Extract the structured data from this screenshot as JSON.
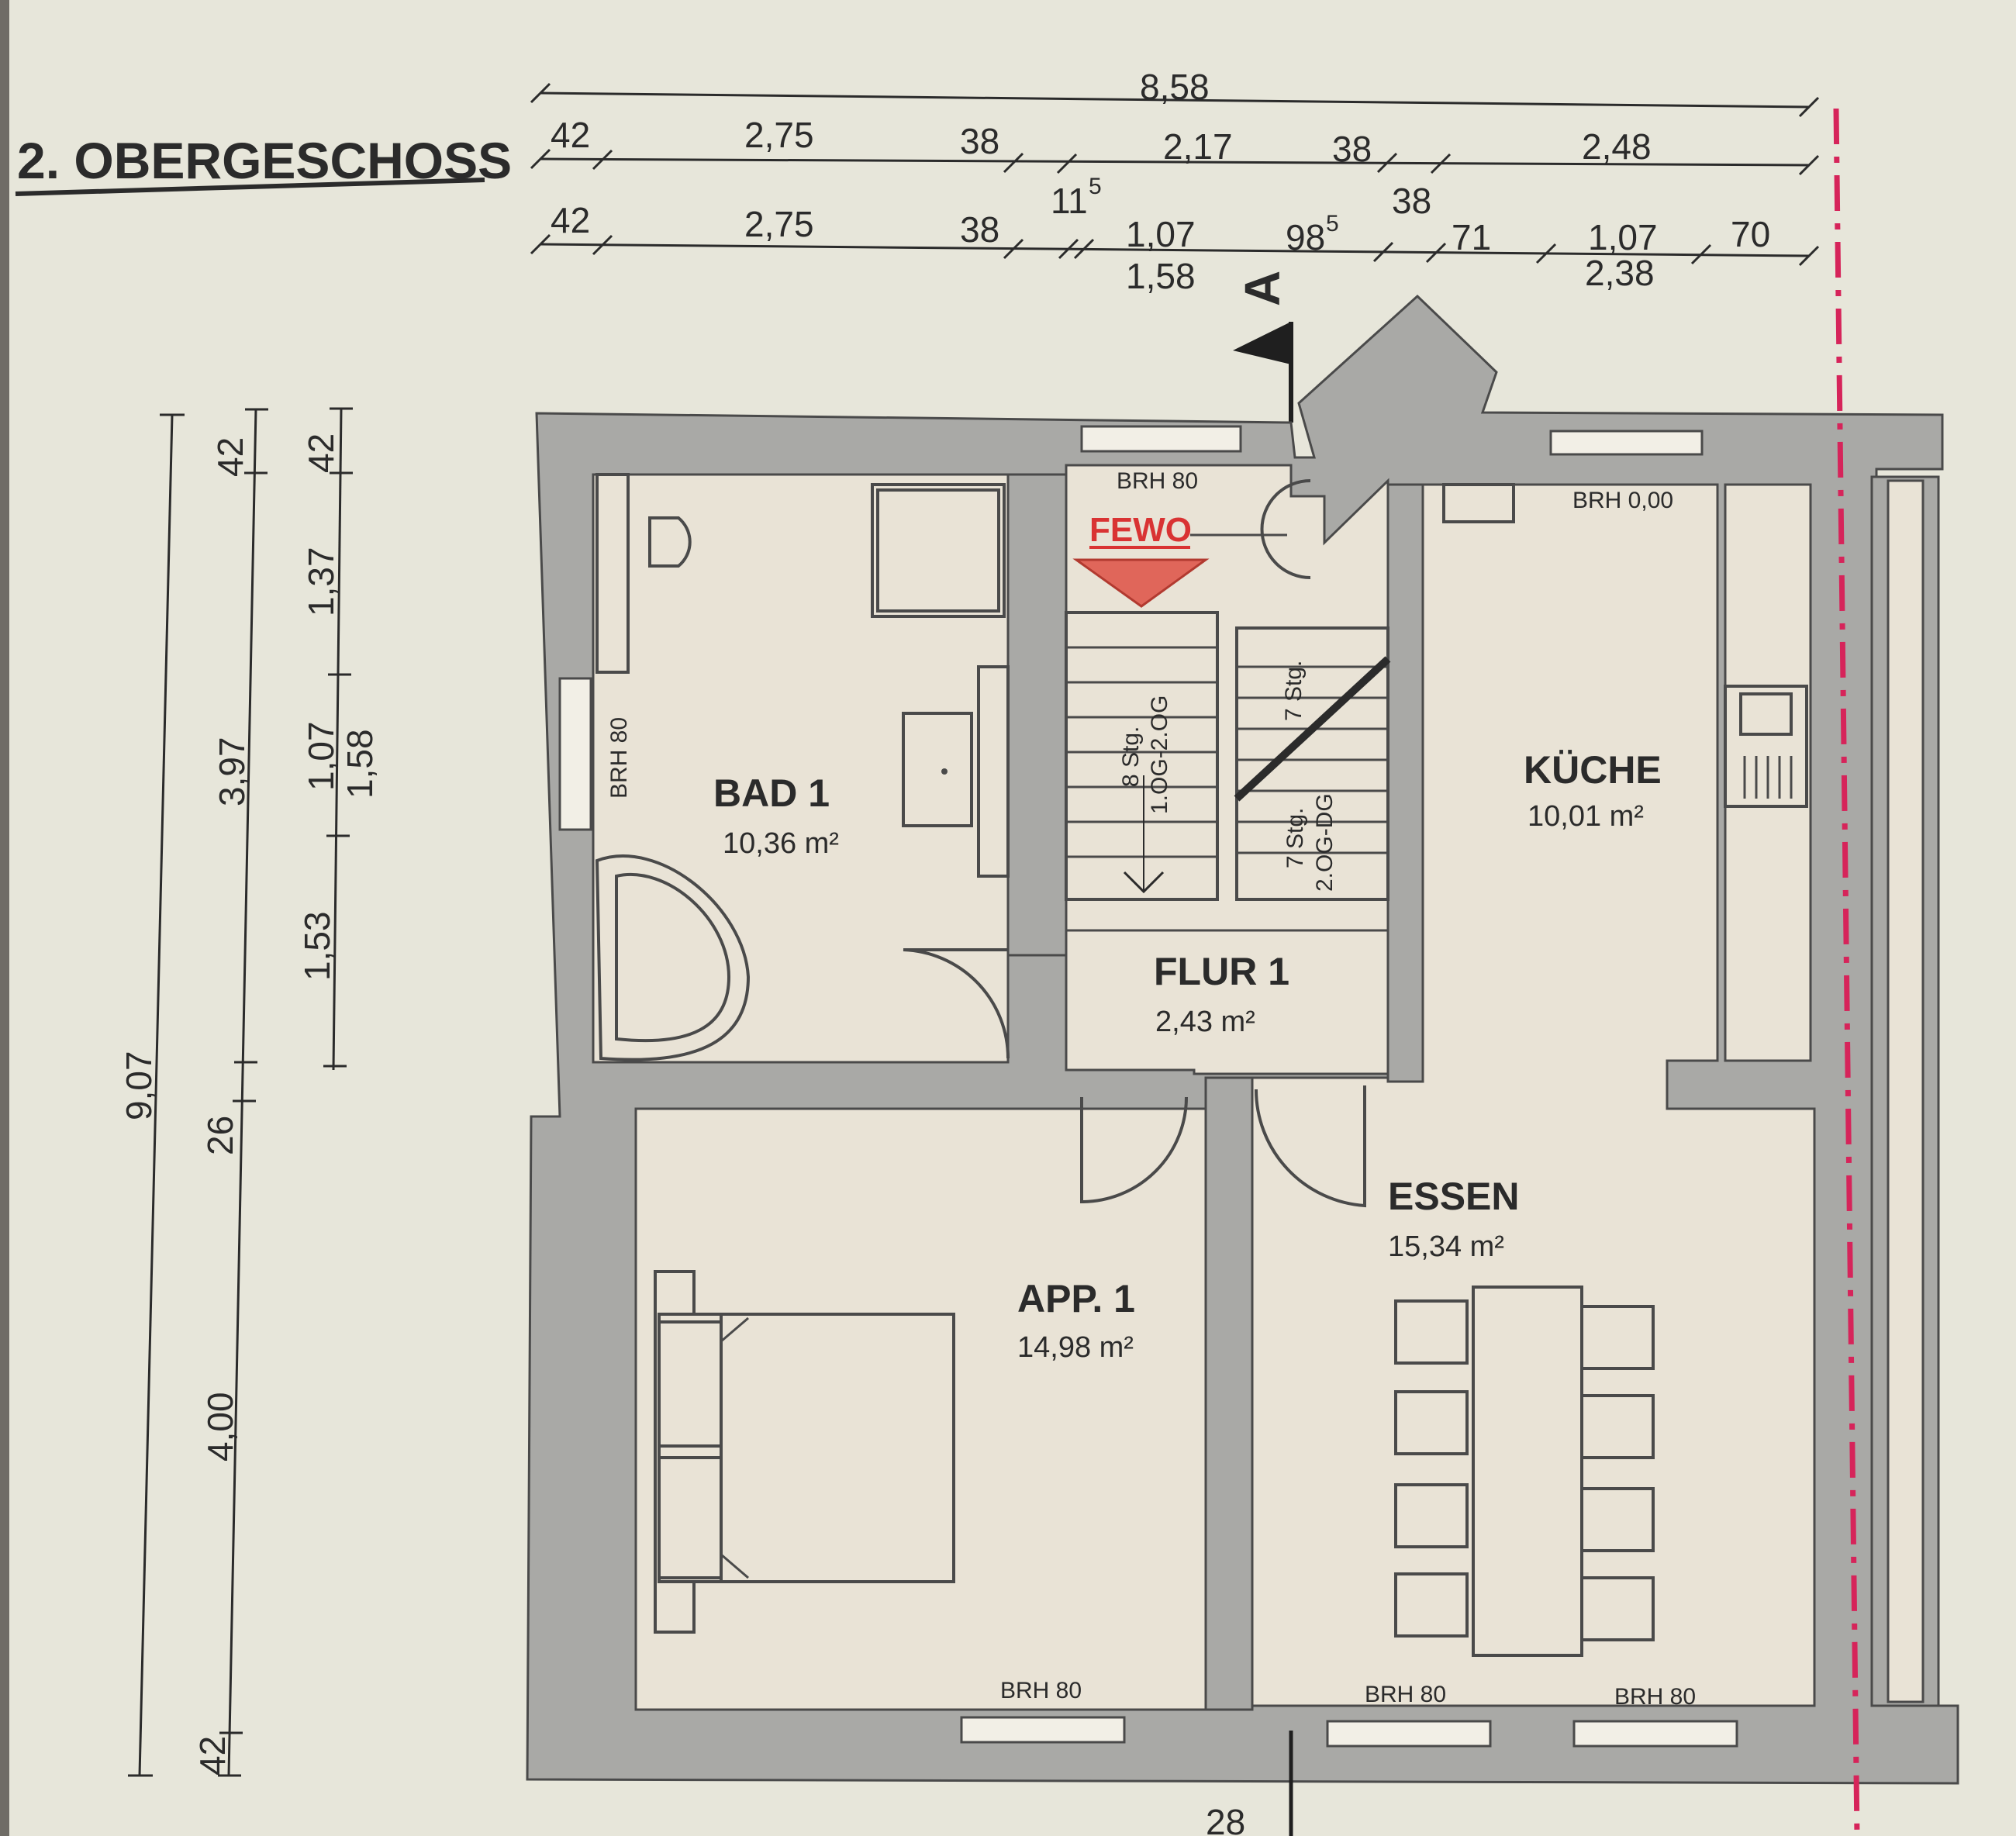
{
  "title": "2. OBERGESCHOSS",
  "dimensions": {
    "row1": [
      "8,58"
    ],
    "row2": [
      "42",
      "2,75",
      "38",
      "2,17",
      "38",
      "2,48"
    ],
    "row2_sub": [
      "11",
      "5",
      "38"
    ],
    "row3": [
      "42",
      "2,75",
      "38",
      "1,07",
      "98",
      "5",
      "71",
      "1,07",
      "70"
    ],
    "row3_sub": [
      "1,58",
      "2,38"
    ],
    "left_outer": [
      "9,07"
    ],
    "left_mid": [
      "42",
      "3,97",
      "26",
      "4,00",
      "42"
    ],
    "left_inner": [
      "42",
      "1,37",
      "1,07",
      "1,58",
      "1,53"
    ],
    "bottom": [
      "28"
    ]
  },
  "section_marker": "A",
  "rooms": [
    {
      "id": "bad",
      "name": "BAD 1",
      "area": "10,36 m²"
    },
    {
      "id": "kueche",
      "name": "KÜCHE",
      "area": "10,01 m²"
    },
    {
      "id": "flur",
      "name": "FLUR 1",
      "area": "2,43 m²"
    },
    {
      "id": "essen",
      "name": "ESSEN",
      "area": "15,34 m²"
    },
    {
      "id": "app",
      "name": "APP. 1",
      "area": "14,98 m²"
    }
  ],
  "brh_labels": {
    "top": "BRH 80",
    "kitchen": "BRH 0,00",
    "bath_side": "BRH 80",
    "app_bottom": "BRH 80",
    "essen_bottom_left": "BRH 80",
    "essen_bottom_right": "BRH 80"
  },
  "stairs": {
    "left": "8 Stg.",
    "left_sub": "1.OG-2.OG",
    "right_top": "7 Stg.",
    "right_bottom": "7 Stg.",
    "right_bottom_sub": "2.OG-DG"
  },
  "fewo_label": "FEWO",
  "colors": {
    "wall": "#a9a9a6",
    "floor": "#e9e3d6",
    "paper": "#e7e6da",
    "fewo_red": "#d93333",
    "boundary": "#d6245a"
  }
}
